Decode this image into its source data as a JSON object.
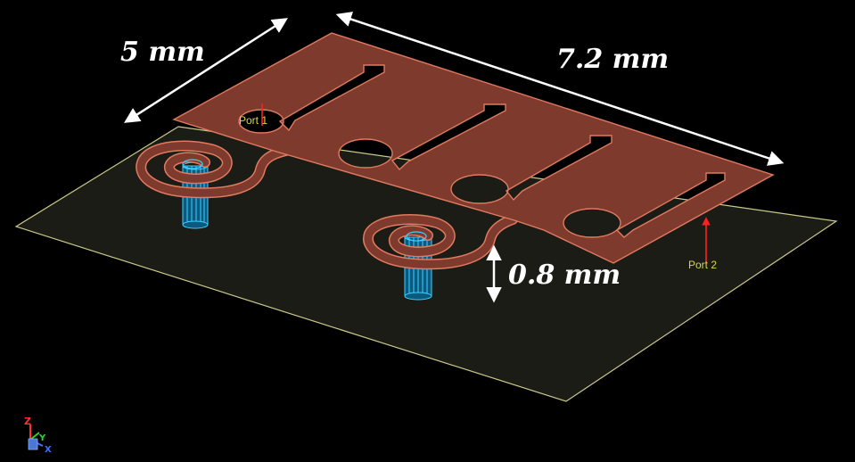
{
  "dimensions": {
    "width_label": "5 mm",
    "length_label": "7.2 mm",
    "thickness_label": "0.8 mm"
  },
  "ports": {
    "port1_label": "Port 1",
    "port2_label": "Port 2"
  },
  "axes": {
    "z_label": "Z",
    "y_label": "Y",
    "x_label": "X"
  },
  "colors": {
    "background": "#000000",
    "ground_plane_edge": "#c9c98a",
    "ground_plane_fill": "#1c1c16",
    "substrate_copper": "#7e3a2c",
    "copper_edge": "#e07a60",
    "via": "#3fd0ff",
    "port_marker": "#ff2020",
    "port_text": "#d8d84a",
    "dimension": "#ffffff"
  }
}
